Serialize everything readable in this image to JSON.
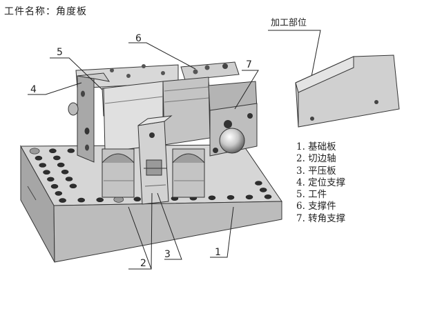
{
  "title": "工件名称：角度板",
  "machining_label": "加工部位",
  "callouts": {
    "c1": "1",
    "c2": "2",
    "c3": "3",
    "c4": "4",
    "c5": "5",
    "c6": "6",
    "c7": "7"
  },
  "legend": [
    "1. 基础板",
    "2. 切边轴",
    "3. 平压板",
    "4. 定位支撑",
    "5. 工件",
    "6. 支撑件",
    "7. 转角支撑"
  ],
  "colors": {
    "line": "#333333",
    "body_light": "#d4d4d4",
    "body_mid": "#b6b6b6",
    "body_dark": "#8e8e8e",
    "hole_dark": "#2e2e2e",
    "background": "#ffffff"
  }
}
